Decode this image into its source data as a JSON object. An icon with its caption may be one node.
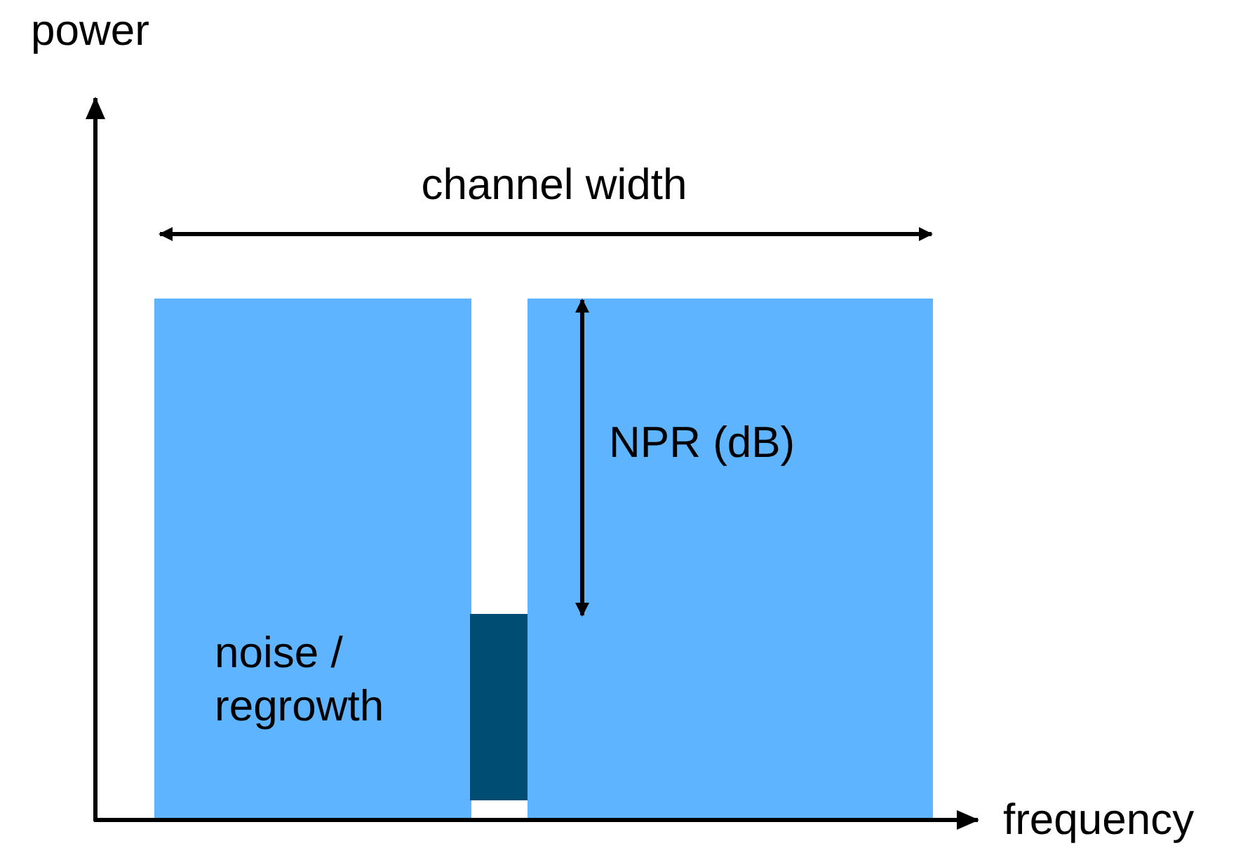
{
  "diagram": {
    "labels": [
      "power",
      "channel width",
      "NPR (dB)",
      "noise / regrowth",
      "frequency"
    ]
  }
}
